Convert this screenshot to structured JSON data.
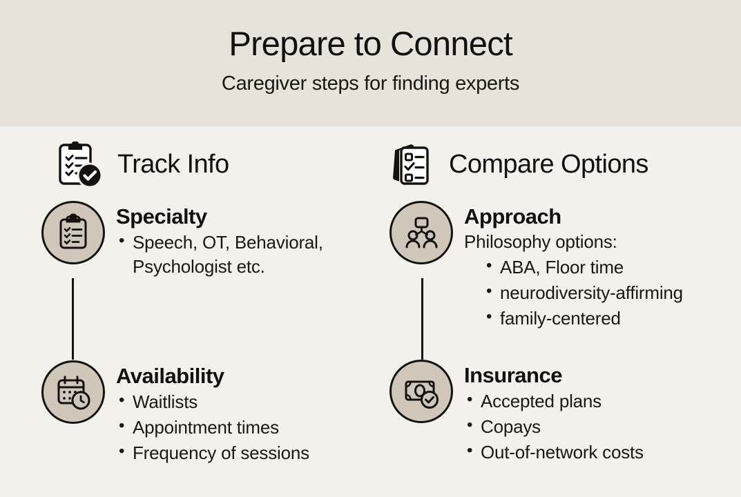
{
  "header": {
    "title": "Prepare to Connect",
    "subtitle": "Caregiver steps for finding experts"
  },
  "colors": {
    "header_bg": "#e7e3da",
    "body_bg": "#f2f1ec",
    "badge_fill": "#cfc8ba",
    "ink": "#14120f"
  },
  "columns": [
    {
      "heading": "Track Info",
      "heading_icon": "clipboard-check-icon",
      "nodes": [
        {
          "title": "Specialty",
          "icon": "clipboard-list-icon",
          "lead": "",
          "bullets": [
            "Speech, OT, Behavioral, Psychologist etc."
          ]
        },
        {
          "title": "Availability",
          "icon": "calendar-clock-icon",
          "lead": "",
          "bullets": [
            "Waitlists",
            "Appointment times",
            "Frequency of sessions"
          ]
        }
      ]
    },
    {
      "heading": "Compare Options",
      "heading_icon": "stacked-cards-checklist-icon",
      "nodes": [
        {
          "title": "Approach",
          "icon": "org-chart-people-icon",
          "lead": "Philosophy options:",
          "bullets": [
            "ABA, Floor time",
            "neurodiversity-affirming",
            "family-centered"
          ]
        },
        {
          "title": "Insurance",
          "icon": "banknote-check-icon",
          "lead": "",
          "bullets": [
            "Accepted plans",
            "Copays",
            "Out-of-network costs"
          ]
        }
      ]
    }
  ]
}
